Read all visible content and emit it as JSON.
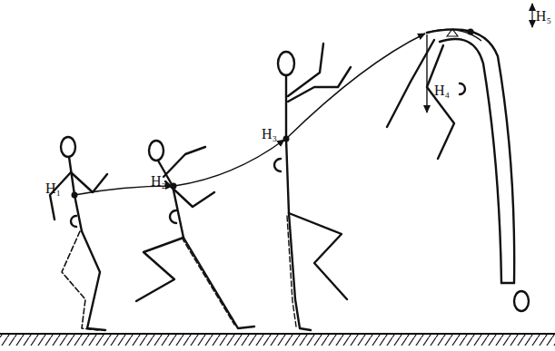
{
  "diagram": {
    "labels": [
      "H₁",
      "H₂",
      "H₃",
      "H₄",
      "H₅"
    ]
  }
}
